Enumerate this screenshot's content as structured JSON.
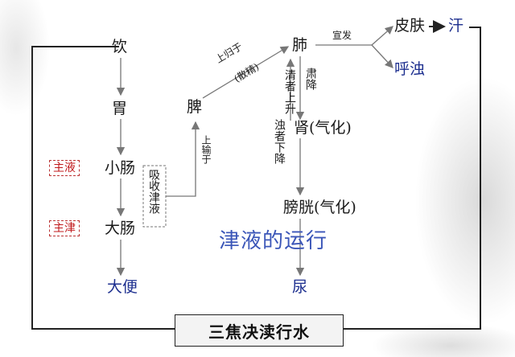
{
  "nodes": {
    "drink": "饮",
    "stomach": "胃",
    "small_intestine": "小肠",
    "large_intestine": "大肠",
    "stool": "大便",
    "spleen": "脾",
    "lung": "肺",
    "kidney": "肾(气化)",
    "bladder": "膀胱(气化)",
    "urine": "尿",
    "skin": "皮肤",
    "sweat": "汗",
    "exhale": "呼浊"
  },
  "tags": {
    "main_ye": "主液",
    "main_jin": "主津"
  },
  "labels": {
    "absorb": "吸收津液",
    "transport_up": "上输于",
    "ascend_to": "上归于",
    "disperse": "(散精)",
    "diffuse": "宣发",
    "descend": "肃降",
    "clear_ascend": "清者上升",
    "turbid_descend": "浊者下降"
  },
  "watermark": "津液的运行",
  "footer_title": "三焦决渎行水",
  "colors": {
    "red": "#c0181b",
    "blue": "#1d2f8f",
    "watermark": "#3b56b8"
  }
}
